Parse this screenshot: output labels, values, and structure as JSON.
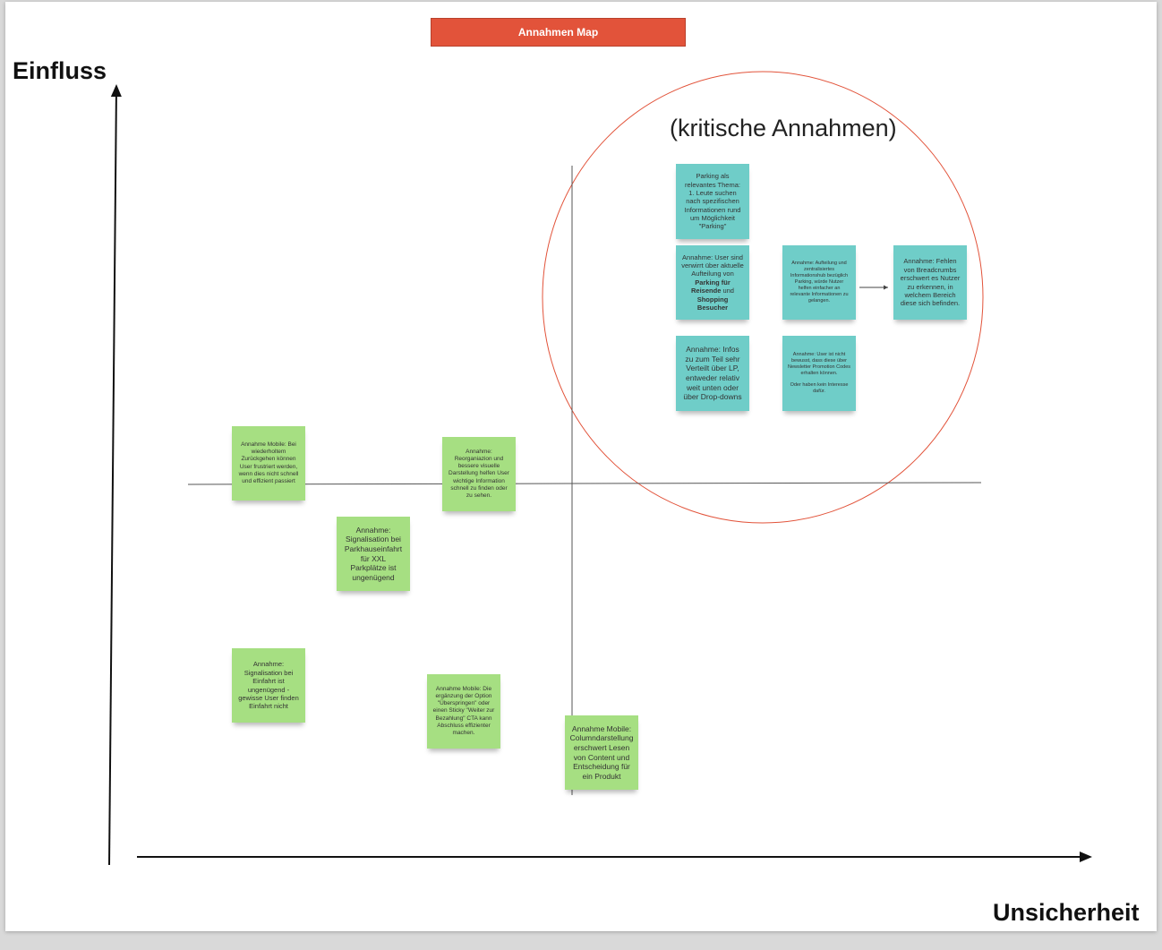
{
  "title": "Annahmen Map",
  "y_axis_label": "Einfluss",
  "x_axis_label": "Unsicherheit",
  "critical_label": "(kritische Annahmen)",
  "colors": {
    "title_bar": "#e2533a",
    "critical_circle": "#e2533a",
    "note_green": "#a6df82",
    "note_teal": "#6fcdc8"
  },
  "notes": {
    "n1": "Annahme Mobile: Bei wiederholtem Zurückgehen können User frustriert werden, wenn dies nicht schnell und effizient passiert",
    "n2": "Annahme: Reorganiazion und bessere visuelle Darstellung helfen User wichtige Information schnell zu finden oder zu sehen.",
    "n3": "Annahme: Signalisation bei Parkhauseinfahrt für XXL Parkplätze ist ungenügend",
    "n4": "Annahme: Signalisation bei Einfahrt ist ungenügend - gewisse User finden Einfahrt nicht",
    "n5": "Annahme Mobile: Die ergänzung der Option \"Überspringen\" oder einen Sticky \"Weiter zur Bezahlung\" CTA kann Abschluss effizienter machen.",
    "n6": "Annahme Mobile: Columndarstellung erschwert Lesen von Content und Entscheidung für ein Produkt",
    "t1": "Parking als relevantes Thema: 1. Leute suchen nach spezifischen Informationen rund um Möglichkeit \"Parking\"",
    "t2_pre": "Annahme: User sind verwirrt über aktuelle Aufteilung von ",
    "t2_b1": "Parking für Reisende",
    "t2_mid": " und ",
    "t2_b2": "Shopping Besucher",
    "t3": "Annahme: Aufteilung und zentralisiertes Informationshub bezüglich Parking, würde Nutzer helfen einfacher an relevante Informationen zu gelangen.",
    "t4": "Annahme: Fehlen von Breadcrumbs erschwert es Nutzer zu erkennen, in welchem Bereich diese sich befinden.",
    "t5": "Annahme: Infos zu zum Teil sehr Verteilt über LP, entweder relativ weit unten oder über Drop-downs",
    "t6a": "Annahme: User ist nicht bewusst, dass diese über Newsletter Promotion Codes erhalten können.",
    "t6b": "Oder haben kein Interesse dafür."
  }
}
